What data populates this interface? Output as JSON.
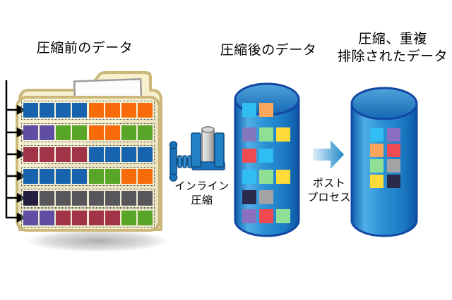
{
  "titles": {
    "before": "圧縮前のデータ",
    "after": "圧縮後のデータ",
    "dedup": [
      "圧縮、重複",
      "排除されたデータ"
    ]
  },
  "process_labels": {
    "inline": [
      "インライン",
      "圧縮"
    ],
    "post": [
      "ポスト",
      "プロセス"
    ]
  },
  "icons": {
    "folder": "folder-icon",
    "clamp": "inline-compression-clamp-icon",
    "cylinder_after": "storage-cylinder-icon",
    "cylinder_dedup": "storage-cylinder-icon",
    "flow_arrow": "right-arrow-icon",
    "row_pointers": "row-pointer-arrow-icons"
  },
  "colors": {
    "folder_fill": "#F7F0CD",
    "folder_border": "#CDB87C",
    "cylinder_blue": "#1B74C2",
    "cylinder_outline": "#1147A3",
    "arrow_blue": "#1E88C9",
    "clamp_blue": "#1B72B8",
    "text": "#000000"
  },
  "palette": {
    "blue": "#1763AE",
    "orange": "#F76B0B",
    "purple": "#604EA4",
    "green": "#58A528",
    "maroon": "#A23448",
    "navy": "#241F40",
    "darkgray": "#57565A",
    "cyan": "#30BDF2",
    "softOrange": "#F9A65C",
    "lightPurple": "#8377BE",
    "medPurple": "#8A6FC1",
    "lightGreen": "#8FE095",
    "yellow": "#FFDC3A",
    "red": "#F04A52",
    "softNavy": "#2B2A4D",
    "gray": "#A3A3A5"
  },
  "folder_rows": [
    [
      "blue",
      "blue",
      "blue",
      "blue",
      "orange",
      "orange",
      "orange",
      "orange"
    ],
    [
      "purple",
      "purple",
      "green",
      "green",
      "orange",
      "orange",
      "green",
      "green"
    ],
    [
      "maroon",
      "maroon",
      "maroon",
      "maroon",
      "blue",
      "blue",
      "blue",
      "blue"
    ],
    [
      "blue",
      "blue",
      "blue",
      "blue",
      "green",
      "green",
      "orange",
      "orange"
    ],
    [
      "navy",
      "darkgray",
      "darkgray",
      "darkgray",
      "darkgray",
      "darkgray",
      "darkgray",
      "darkgray"
    ],
    [
      "purple",
      "purple",
      "maroon",
      "maroon",
      "maroon",
      "maroon",
      "green",
      "green"
    ]
  ],
  "after_cylinder_rows": [
    [
      "cyan",
      "softOrange"
    ],
    [
      "lightPurple",
      "lightGreen",
      "yellow"
    ],
    [
      "red",
      "cyan"
    ],
    [
      "cyan",
      "lightGreen",
      "yellow"
    ],
    [
      "softNavy",
      "gray"
    ],
    [
      "medPurple",
      "red",
      "lightGreen"
    ]
  ],
  "dedup_cylinder_rows": [
    [
      "cyan",
      "medPurple"
    ],
    [
      "softOrange",
      "red"
    ],
    [
      "lightGreen",
      "gray"
    ],
    [
      "yellow",
      "softNavy"
    ]
  ]
}
